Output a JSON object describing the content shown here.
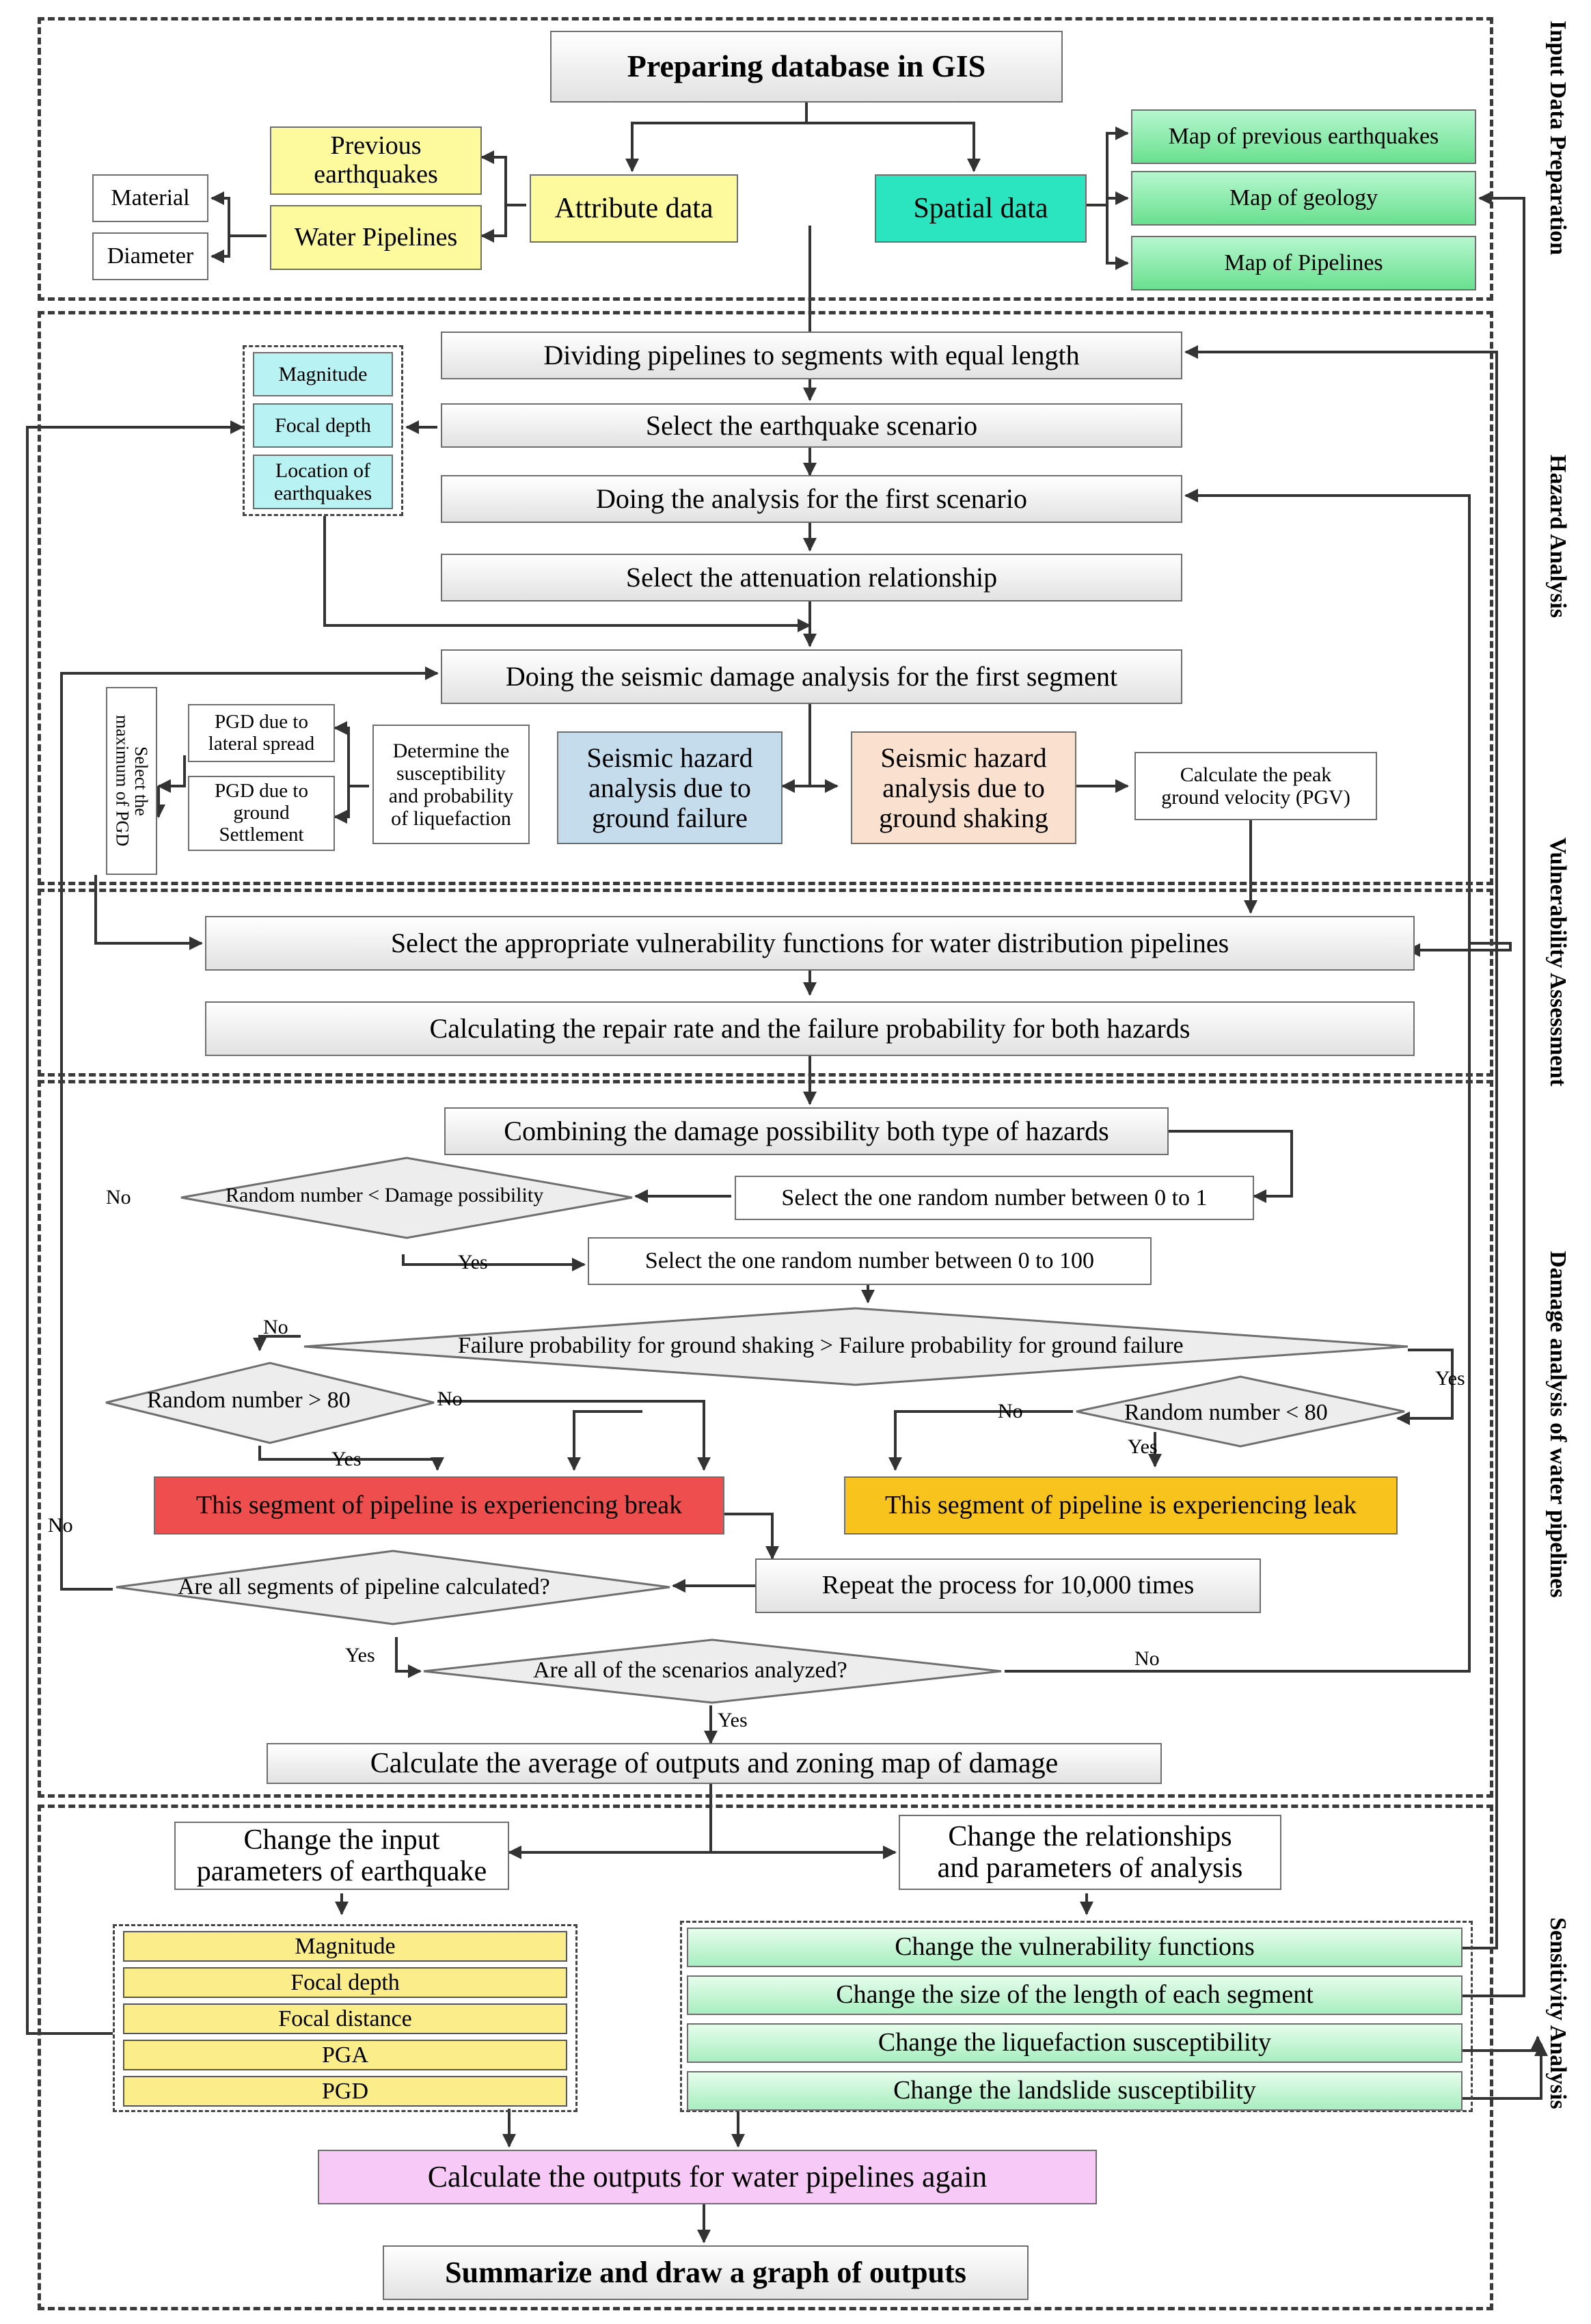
{
  "sections": {
    "input": "Input Data Preparation",
    "hazard": "Hazard Analysis",
    "vulnerability": "Vulnerability Assessment",
    "damage": "Damage analysis of water pipelines",
    "sensitivity": "Sensitivity Analysis"
  },
  "input": {
    "title": "Preparing database in GIS",
    "attribute": "Attribute data",
    "spatial": "Spatial data",
    "previous_earthquakes": "Previous\nearthquakes",
    "water_pipelines": "Water Pipelines",
    "material": "Material",
    "diameter": "Diameter",
    "map_prev": "Map of previous earthquakes",
    "map_geology": "Map of geology",
    "map_pipelines": "Map of Pipelines"
  },
  "hazard": {
    "dividing": "Dividing pipelines to segments with equal length",
    "select_scenario": "Select the earthquake scenario",
    "first_scenario": "Doing the analysis for the first scenario",
    "attenuation": "Select the attenuation relationship",
    "first_segment": "Doing the seismic damage analysis for the first segment",
    "magnitude": "Magnitude",
    "focal_depth": "Focal depth",
    "location": "Location of\nearthquakes",
    "ground_failure": "Seismic hazard\nanalysis due to\nground failure",
    "ground_shaking": "Seismic hazard\nanalysis due to\nground shaking",
    "pgv": "Calculate the peak\nground velocity (PGV)",
    "susceptibility": "Determine the\nsusceptibility\nand probability\nof liquefaction",
    "pgd_lateral": "PGD due to\nlateral spread",
    "pgd_settlement": "PGD due to\nground\nSettlement",
    "max_pgd": "Select the\nmaximum of PGD"
  },
  "vulnerability": {
    "select_functions": "Select the appropriate vulnerability functions for water distribution pipelines",
    "repair_rate": "Calculating the repair rate and the failure probability for both hazards"
  },
  "damage": {
    "combining": "Combining the damage possibility both type of hazards",
    "random_0_1": "Select the one random number between 0 to 1",
    "random_lt_damage": "Random number < Damage possibility",
    "random_0_100": "Select the one random number between 0 to 100",
    "failure_compare": "Failure probability for ground shaking > Failure probability for ground failure",
    "random_gt_80": "Random number > 80",
    "random_lt_80": "Random number < 80",
    "break": "This segment of pipeline is experiencing break",
    "leak": "This segment of pipeline is experiencing leak",
    "repeat": "Repeat the process for 10,000 times",
    "all_segments": "Are all segments of pipeline calculated?",
    "all_scenarios": "Are all of the scenarios analyzed?",
    "average": "Calculate the average of outputs and zoning map of damage",
    "yes": "Yes",
    "no": "No"
  },
  "sensitivity": {
    "change_input": "Change the input\nparameters of earthquake",
    "change_relationships": "Change the relationships\nand parameters of analysis",
    "params": [
      "Magnitude",
      "Focal depth",
      "Focal distance",
      "PGA",
      "PGD"
    ],
    "changes": [
      "Change the vulnerability functions",
      "Change the size of the length of each segment",
      "Change the liquefaction susceptibility",
      "Change the landslide susceptibility"
    ],
    "recalculate": "Calculate the outputs for water pipelines again",
    "summarize": "Summarize and draw a graph of outputs"
  }
}
